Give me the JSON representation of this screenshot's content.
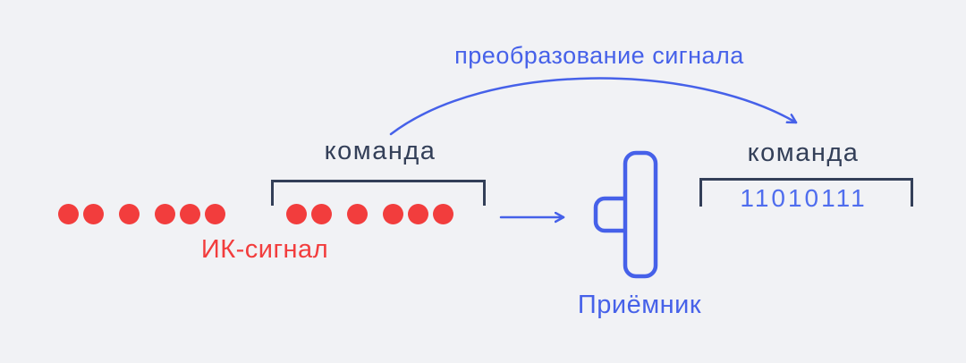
{
  "colors": {
    "background": "#f1f2f5",
    "accent_blue": "#4661e9",
    "binary_blue": "#4f6dee",
    "signal_red": "#f23d3d",
    "bracket_navy": "#333f58"
  },
  "diagram": {
    "transformation_label": "преобразование сигнала",
    "command_label_left": "команда",
    "command_label_right": "команда",
    "ir_signal_label": "ИК-сигнал",
    "receiver_label": "Приёмник",
    "binary_code": "11010111",
    "signal_dots": {
      "free_group_clusters": [
        2,
        1,
        3
      ],
      "bracketed_group_clusters": [
        2,
        1,
        3
      ]
    }
  }
}
